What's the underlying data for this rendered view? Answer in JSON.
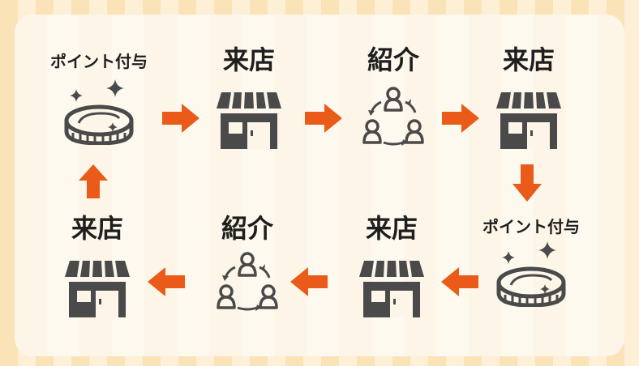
{
  "colors": {
    "arrow": "#ea5b1a",
    "icon": "#4a4a4a",
    "text": "#1e1e1e"
  },
  "steps": [
    {
      "label": "ポイント付与",
      "icon": "coin-icon"
    },
    {
      "label": "来店",
      "icon": "store-icon"
    },
    {
      "label": "紹介",
      "icon": "referral-icon"
    },
    {
      "label": "来店",
      "icon": "store-icon"
    },
    {
      "label": "ポイント付与",
      "icon": "coin-icon"
    },
    {
      "label": "来店",
      "icon": "store-icon"
    },
    {
      "label": "紹介",
      "icon": "referral-icon"
    },
    {
      "label": "来店",
      "icon": "store-icon"
    }
  ]
}
